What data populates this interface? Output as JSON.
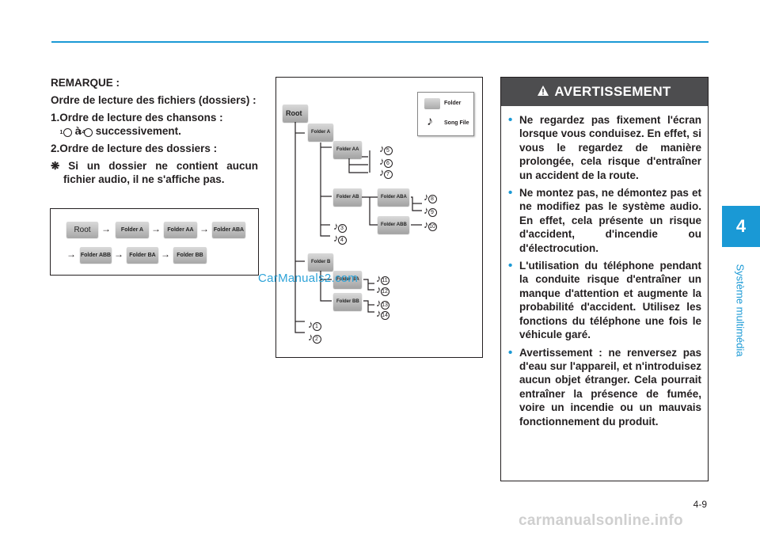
{
  "header": {
    "accent_color": "#1a99d5"
  },
  "chapter": {
    "number": "4",
    "title": "Système multimédia"
  },
  "page_number": "4-9",
  "note": {
    "heading": "REMARQUE :",
    "item1": "Ordre de lecture des fichiers (dossiers) :",
    "item2_prefix": "1.Ordre de lecture des chansons :",
    "item2_from": "1",
    "item2_mid": " à ",
    "item2_to": "14",
    "item2_suffix": " successivement.",
    "item3": "2.Ordre de lecture des dossiers :",
    "item4_symbol": "❋",
    "item4": " Si un dossier ne contient aucun fichier audio, il ne s'affiche pas."
  },
  "flow": {
    "row1": [
      "Root",
      "Folder A",
      "Folder AA",
      "Folder ABA"
    ],
    "row2": [
      "Folder ABB",
      "Folder BA",
      "Folder BB"
    ],
    "arrow": "→"
  },
  "tree": {
    "root": "Root",
    "folder_a": "Folder A",
    "folder_aa": "Folder AA",
    "folder_ab": "Folder AB",
    "folder_aba": "Folder ABA",
    "folder_abb": "Folder ABB",
    "folder_b": "Folder B",
    "folder_ba": "Folder BA",
    "folder_bb": "Folder BB",
    "songs": [
      "1",
      "2",
      "3",
      "4",
      "5",
      "6",
      "7",
      "8",
      "9",
      "10",
      "11",
      "12",
      "13",
      "14"
    ],
    "note_glyph": "♪",
    "legend_folder": "Folder",
    "legend_song": "Song File"
  },
  "warning": {
    "title": "AVERTISSEMENT",
    "icon": "warning-triangle-icon",
    "items": [
      "Ne regardez pas fixement l'écran lorsque vous conduisez. En effet, si vous le regardez de manière prolongée, cela risque d'entraîner un accident de la route.",
      "Ne montez pas, ne démontez pas et ne modifiez pas le système audio. En effet, cela présente un risque d'accident, d'incendie ou d'électrocution.",
      "L'utilisation du téléphone pendant la conduite risque d'entraîner un manque d'attention et augmente la probabilité d'accident. Utilisez les fonctions du téléphone une fois le véhicule garé.",
      "Avertissement : ne renversez pas d'eau sur l'appareil, et n'introduisez aucun objet étranger. Cela pourrait entraîner la présence de fumée, voire un incendie ou un mauvais fonctionnement du produit."
    ]
  },
  "watermark": "CarManuals2.com",
  "site": "carmanualsonline.info"
}
